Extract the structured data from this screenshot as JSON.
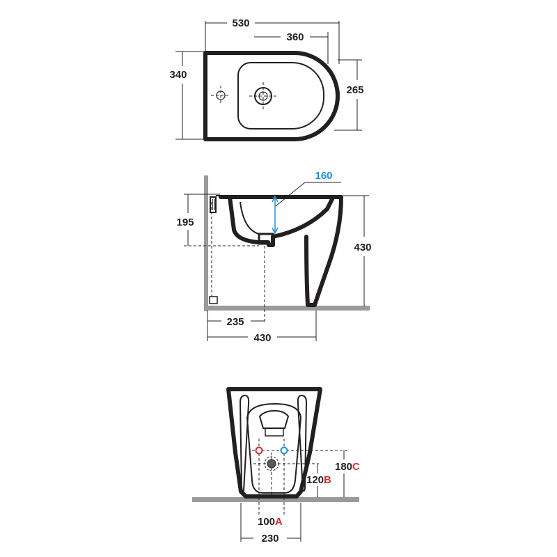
{
  "top_view": {
    "overall_length": "530",
    "bowl_length": "360",
    "overall_width": "340",
    "bowl_width": "265"
  },
  "side_view": {
    "bowl_depth": "160",
    "outlet_height": "195",
    "total_height": "430",
    "outlet_distance": "235",
    "total_depth": "430"
  },
  "front_view": {
    "height_c_value": "180",
    "height_c_letter": "C",
    "height_b_value": "120",
    "height_b_letter": "B",
    "spacing_a_value": "100",
    "spacing_a_letter": "A",
    "width": "230"
  },
  "colors": {
    "line": "#231f20",
    "dimension_blue": "#1f8fd0",
    "dimension_red": "#d0312d",
    "floor": "#9a9a9a",
    "hot_connection": "#d0312d",
    "cold_connection": "#1f8fd0"
  }
}
